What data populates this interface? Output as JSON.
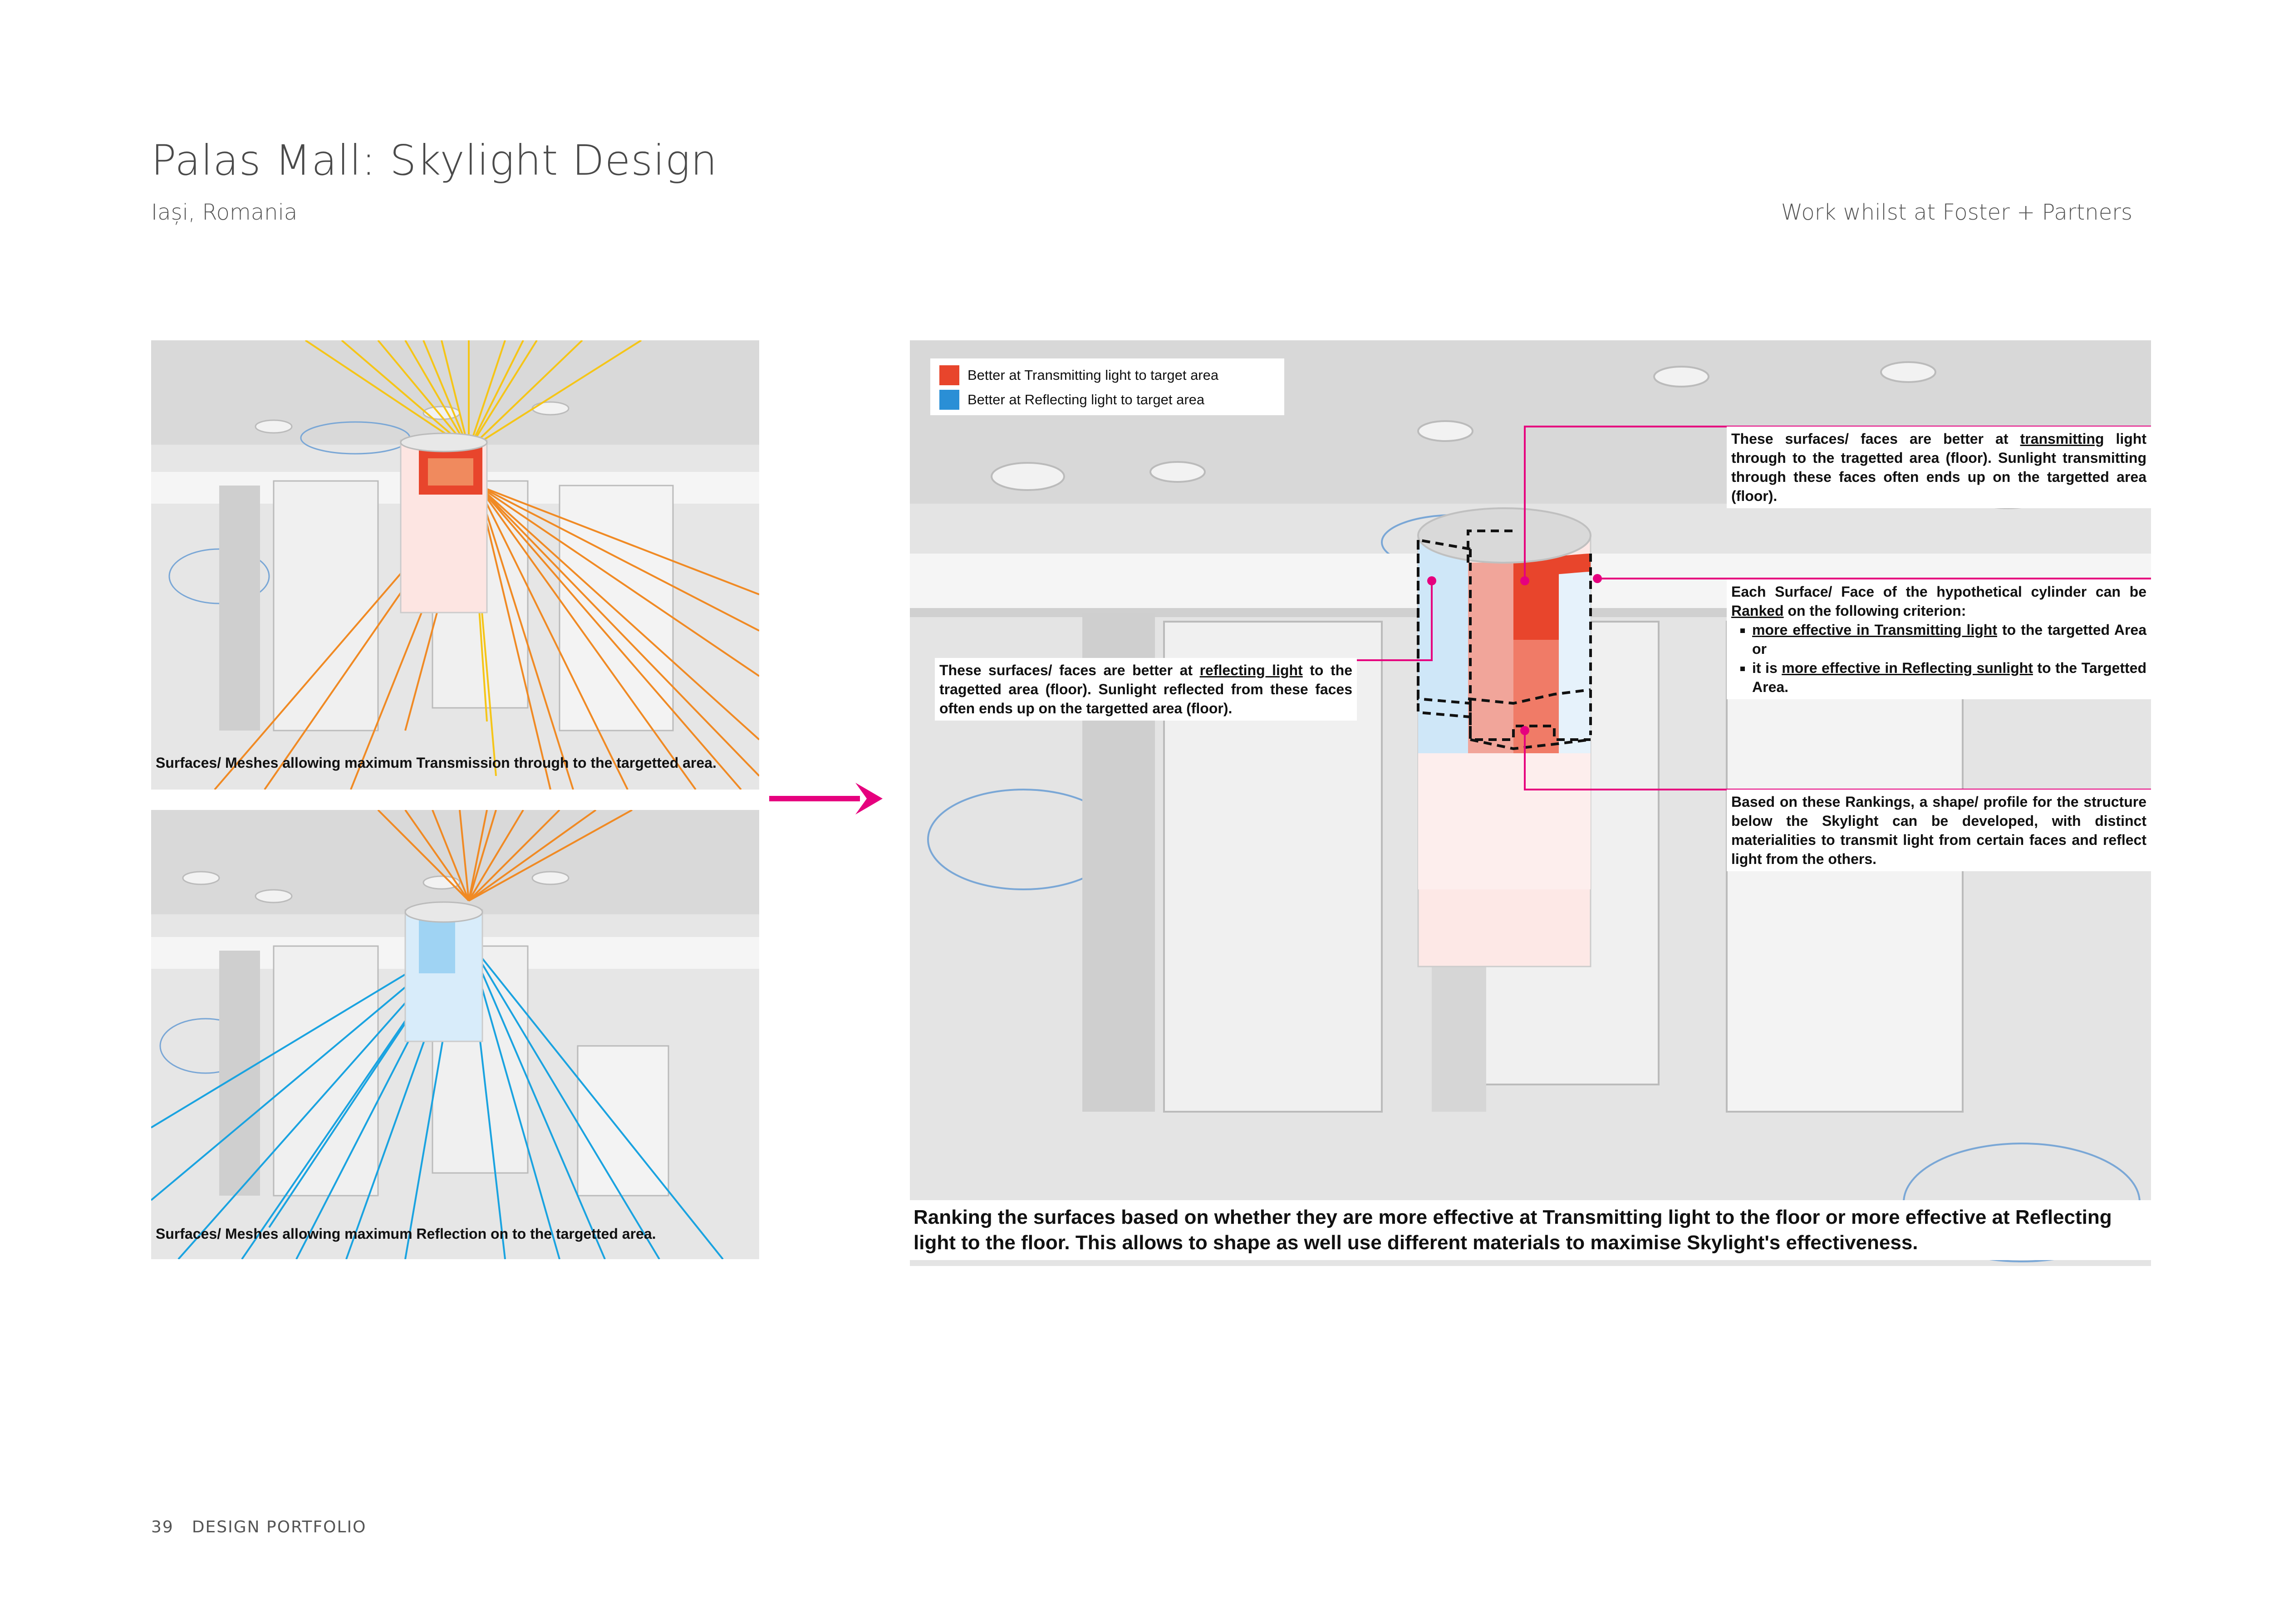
{
  "header": {
    "title": "Palas Mall: Skylight Design",
    "subtitle": "Iași, Romania",
    "credit": "Work whilst at Foster + Partners"
  },
  "footer": {
    "page_number": "39",
    "label": "DESIGN PORTFOLIO"
  },
  "panels": {
    "transmission": {
      "caption": "Surfaces/ Meshes allowing maximum Transmission through to the targetted area."
    },
    "reflection": {
      "caption": "Surfaces/ Meshes allowing maximum Reflection on to the targetted area."
    },
    "main": {
      "legend": [
        {
          "label": "Better at Transmitting light to target area",
          "color": "#e8452c"
        },
        {
          "label": "Better at Reflecting light to target area",
          "color": "#2a8fd6"
        }
      ],
      "note_transmit": {
        "prefix": "These surfaces/ faces are better at ",
        "keyword": "transmitting",
        "suffix": " light through to the tragetted area (floor). Sunlight transmitting through these faces often ends up on the targetted area (floor)."
      },
      "note_reflect": {
        "prefix": "These surfaces/ faces are better at ",
        "keyword": "reflecting light",
        "suffix": " to the tragetted area (floor). Sunlight reflected from these faces often ends up on the targetted area (floor)."
      },
      "note_rank": {
        "intro_prefix": "Each Surface/ Face of the hypothetical cylinder can be ",
        "intro_keyword": "Ranked",
        "intro_suffix": " on the following criterion:",
        "bullet1_keyword": "more effective in Transmitting light",
        "bullet1_suffix": " to the targetted Area or",
        "bullet2_prefix": "it is ",
        "bullet2_keyword": "more effective in Reflecting sunlight",
        "bullet2_suffix": " to the Targetted Area."
      },
      "note_profile": "Based on these Rankings, a shape/ profile for the structure below the Skylight can be developed, with distinct materialities to transmit light from certain faces and reflect light from the others.",
      "caption": "Ranking the surfaces based on whether they are more effective at Transmitting light to the floor or more effective at Reflecting light to the floor. This allows to shape as well use different materials to maximise Skylight's effectiveness."
    }
  },
  "colors": {
    "accent": "#e6007e",
    "transmit": "#e8452c",
    "reflect": "#2a8fd6",
    "ray_orange": "#f08a24",
    "ray_yellow": "#f5c518",
    "ray_blue": "#1aa3e0"
  }
}
